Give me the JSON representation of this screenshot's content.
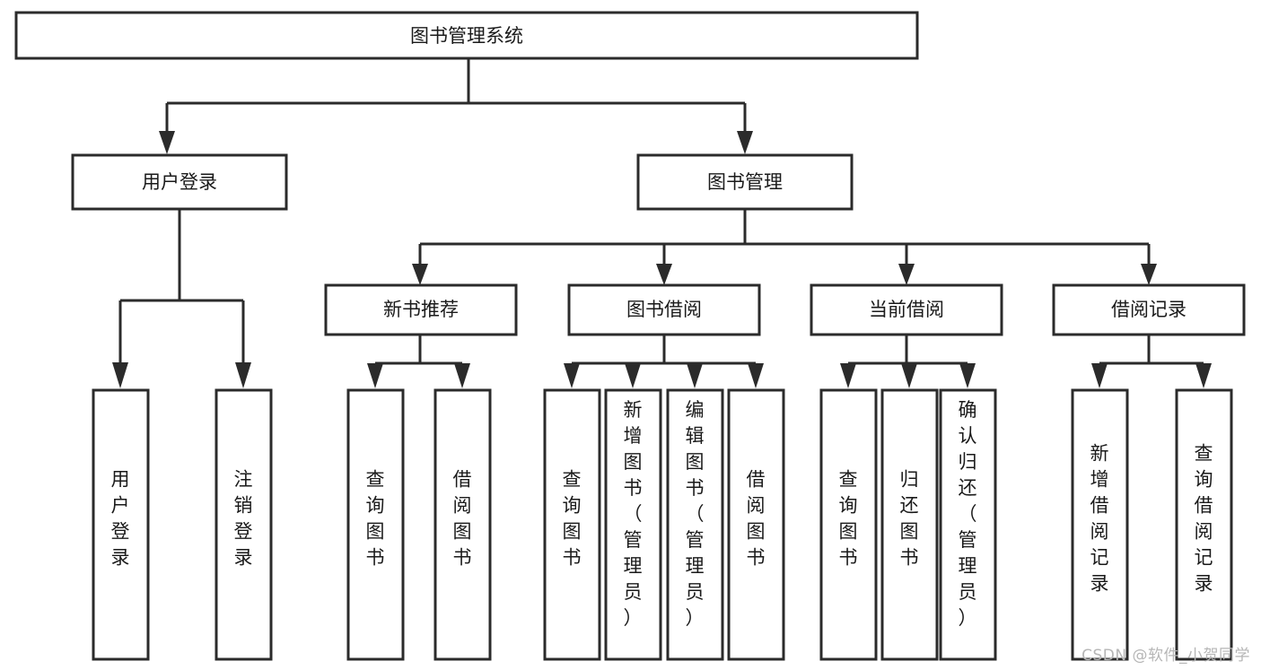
{
  "diagram": {
    "type": "tree-hierarchy",
    "title": "图书管理系统",
    "orientation": "top-down",
    "colors": {
      "stroke": "#2b2b2b",
      "box_fill": "#ffffff",
      "text": "#1a1a1a",
      "background": "#ffffff",
      "watermark": "#b6b6b6"
    }
  },
  "watermark": {
    "text": "CSDN @软件_小贺同学"
  },
  "nodes": {
    "root": {
      "label": "图书管理系统",
      "level": 0,
      "orientation": "horizontal"
    },
    "level1": [
      {
        "id": "user-login",
        "label": "用户登录",
        "orientation": "horizontal"
      },
      {
        "id": "book-management",
        "label": "图书管理",
        "orientation": "horizontal"
      }
    ],
    "level2": [
      {
        "id": "new-book-recommend",
        "label": "新书推荐",
        "parent": "book-management",
        "orientation": "horizontal"
      },
      {
        "id": "book-borrow",
        "label": "图书借阅",
        "parent": "book-management",
        "orientation": "horizontal"
      },
      {
        "id": "current-borrow",
        "label": "当前借阅",
        "parent": "book-management",
        "orientation": "horizontal"
      },
      {
        "id": "borrow-record",
        "label": "借阅记录",
        "parent": "book-management",
        "orientation": "horizontal"
      }
    ],
    "leaves": [
      {
        "id": "leaf-user-login",
        "label": "用户登录",
        "parent": "user-login",
        "orientation": "vertical",
        "align": "middle"
      },
      {
        "id": "leaf-logout-login",
        "label": "注销登录",
        "parent": "user-login",
        "orientation": "vertical",
        "align": "middle"
      },
      {
        "id": "leaf-query-book-1",
        "label": "查询图书",
        "parent": "new-book-recommend",
        "orientation": "vertical",
        "align": "middle"
      },
      {
        "id": "leaf-borrow-book-1",
        "label": "借阅图书",
        "parent": "new-book-recommend",
        "orientation": "vertical",
        "align": "middle"
      },
      {
        "id": "leaf-query-book-2",
        "label": "查询图书",
        "parent": "book-borrow",
        "orientation": "vertical",
        "align": "middle"
      },
      {
        "id": "leaf-add-book-admin",
        "label": "新增图书（管理员）",
        "parent": "book-borrow",
        "orientation": "vertical",
        "align": "top"
      },
      {
        "id": "leaf-edit-book-admin",
        "label": "编辑图书（管理员）",
        "parent": "book-borrow",
        "orientation": "vertical",
        "align": "top"
      },
      {
        "id": "leaf-borrow-book-2",
        "label": "借阅图书",
        "parent": "book-borrow",
        "orientation": "vertical",
        "align": "middle"
      },
      {
        "id": "leaf-query-book-3",
        "label": "查询图书",
        "parent": "current-borrow",
        "orientation": "vertical",
        "align": "middle"
      },
      {
        "id": "leaf-return-book",
        "label": "归还图书",
        "parent": "current-borrow",
        "orientation": "vertical",
        "align": "middle"
      },
      {
        "id": "leaf-confirm-return-admin",
        "label": "确认归还（管理员）",
        "parent": "current-borrow",
        "orientation": "vertical",
        "align": "top"
      },
      {
        "id": "leaf-add-borrow-record",
        "label": "新增借阅记录",
        "parent": "borrow-record",
        "orientation": "vertical",
        "align": "middle"
      },
      {
        "id": "leaf-query-borrow-record",
        "label": "查询借阅记录",
        "parent": "borrow-record",
        "orientation": "vertical",
        "align": "middle"
      }
    ]
  }
}
